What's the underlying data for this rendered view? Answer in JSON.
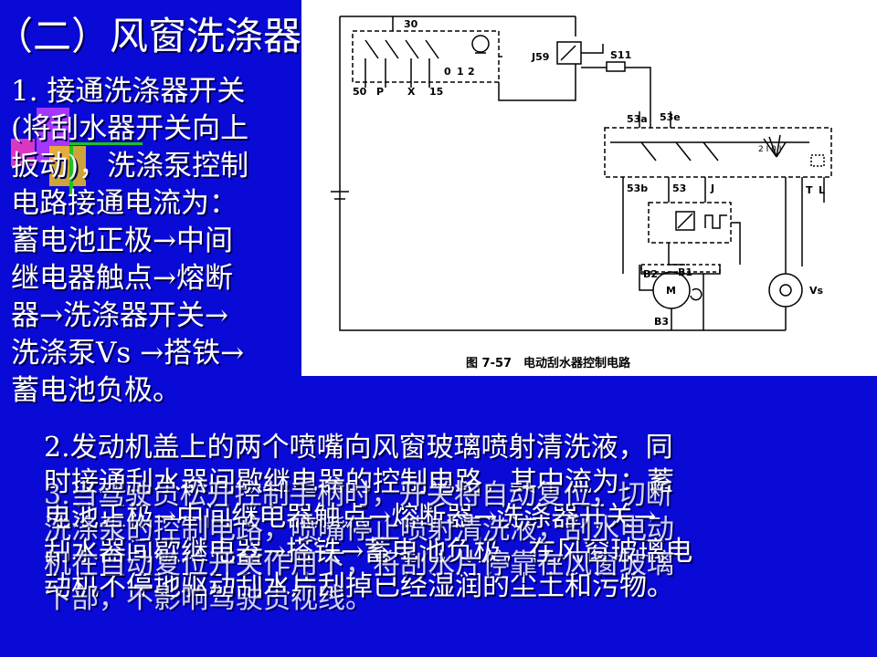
{
  "slide": {
    "title": "（二）风窗洗涤器",
    "left_lines": [
      "1. 接通洗涤器开关",
      "(将刮水器开关向上",
      "扳动)，洗涤泵控制",
      "电路接通电流为：",
      "蓄电池正极→中间",
      "继电器触点→熔断",
      "器→洗涤器开关→",
      "洗涤泵Vs →搭铁→",
      "蓄电池负极。"
    ],
    "para2_lines": [
      "2.发动机盖上的两个喷嘴向风窗玻璃喷射清洗液，同",
      "时接通刮水器间歇继电器的控制电路，其中流为：蓄",
      "电池正极→中间继电器触点→熔断器→洗涤器开关→",
      "刮水器间歇继电器→搭铁→蓄电池负极，在风窗玻璃电",
      "动机不停地驱动刮水片刮掉已经湿润的尘土和污物。"
    ],
    "para3_lines": [
      "3.当驾驶员松开控制手柄时，开关将自动复位，切断",
      "洗涤泵的控制电路，喷嘴停止喷射清洗液，刮水电动",
      "机在自动复位开关作用下，将刮水片停靠在风窗玻璃",
      "下部，不影响驾驶员视线。"
    ]
  },
  "figure": {
    "caption": "图 7-57　电动刮水器控制电路",
    "labels": {
      "t30": "30",
      "t50": "50",
      "tP": "P",
      "tX": "X",
      "t15": "15",
      "t0": "0",
      "t1": "1",
      "t2": "2",
      "j59": "J59",
      "s11": "S11",
      "t53a": "53a",
      "t53e": "53e",
      "t53b": "53b",
      "t53": "53",
      "tJ": "J",
      "tT": "T",
      "tL": "L",
      "scale": "2 I 0 J",
      "b1": "B1",
      "b2": "B2",
      "b3": "B3",
      "motor": "M",
      "vs": "Vs"
    }
  }
}
